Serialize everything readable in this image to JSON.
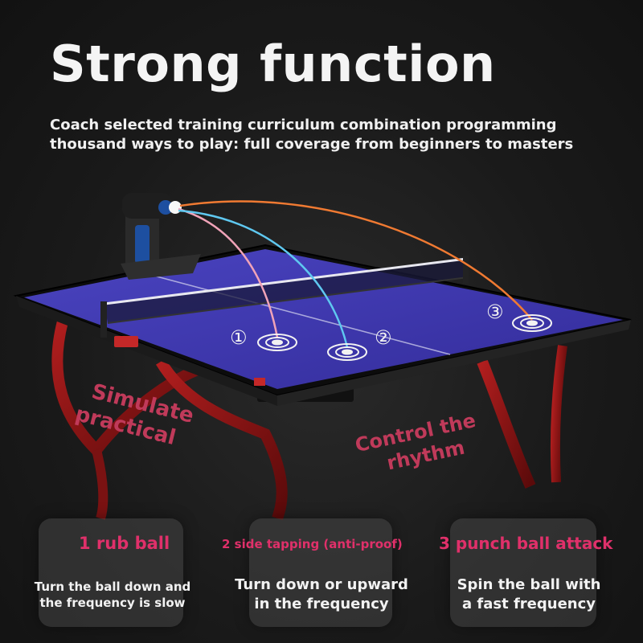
{
  "header": {
    "title": "Strong function",
    "subtitle_line1": "Coach selected training curriculum combination programming",
    "subtitle_line2": "thousand ways to play: full coverage from beginners to masters"
  },
  "scene": {
    "target_markers": [
      "①",
      "②",
      "③"
    ],
    "tag_left_line1": "Simulate",
    "tag_left_line2": "practical",
    "tag_right_line1": "Control the",
    "tag_right_line2": "rhythm",
    "colors": {
      "table_top": "#3b36a8",
      "table_frame": "#7a1414",
      "trajectory_1": "#f0a3b8",
      "trajectory_2": "#5fc8f0",
      "trajectory_3": "#f07a32",
      "accent": "#e0306a"
    }
  },
  "modes": [
    {
      "title": "1 rub ball",
      "desc_line1": "Turn the ball down and",
      "desc_line2": "the frequency is slow"
    },
    {
      "title": "2 side tapping (anti-proof)",
      "desc_line1": "Turn down or upward",
      "desc_line2": "in the frequency"
    },
    {
      "title": "3 punch ball attack",
      "desc_line1": "Spin the ball with",
      "desc_line2": "a fast frequency"
    }
  ]
}
